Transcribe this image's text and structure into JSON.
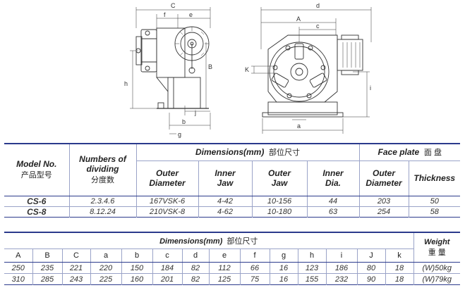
{
  "drawing": {
    "left_view_labels": [
      "C",
      "f",
      "e",
      "B",
      "h",
      "b",
      "j",
      "g"
    ],
    "right_view_labels": [
      "d",
      "A",
      "c",
      "K",
      "i",
      "a"
    ]
  },
  "spec_table": {
    "model_header": "Model No.",
    "model_header_cn": "产品型号",
    "divisions_header_line1": "Numbers of",
    "divisions_header_line2": "dividing",
    "divisions_header_cn": "分度数",
    "dimensions_header": "Dimensions(mm)",
    "dimensions_header_cn": "部位尺寸",
    "faceplate_header": "Face plate",
    "faceplate_header_cn": "面 盘",
    "sub_headers": {
      "outer_diameter_1": "Outer",
      "outer_diameter_2": "Diameter",
      "inner_jaw_1": "Inner",
      "inner_jaw_2": "Jaw",
      "outer_jaw_1": "Outer",
      "outer_jaw_2": "Jaw",
      "inner_dia_1": "Inner",
      "inner_dia_2": "Dia.",
      "fp_outer_1": "Outer",
      "fp_outer_2": "Diameter",
      "thickness": "Thickness"
    },
    "rows": [
      {
        "model": "CS-6",
        "divisions": "2.3.4.6",
        "outer_diameter": "167VSK-6",
        "inner_jaw": "4-42",
        "outer_jaw": "10-156",
        "inner_dia": "44",
        "fp_outer": "203",
        "thickness": "50"
      },
      {
        "model": "CS-8",
        "divisions": "8.12.24",
        "outer_diameter": "210VSK-8",
        "inner_jaw": "4-62",
        "outer_jaw": "10-180",
        "inner_dia": "63",
        "fp_outer": "254",
        "thickness": "58"
      }
    ]
  },
  "dim_table": {
    "header": "Dimensions(mm)",
    "header_cn": "部位尺寸",
    "weight_header": "Weight",
    "weight_header_cn": "重 量",
    "columns": [
      "A",
      "B",
      "C",
      "a",
      "b",
      "c",
      "d",
      "e",
      "f",
      "g",
      "h",
      "i",
      "J",
      "k"
    ],
    "rows": [
      [
        "250",
        "235",
        "221",
        "220",
        "150",
        "184",
        "82",
        "112",
        "66",
        "16",
        "123",
        "186",
        "80",
        "18",
        "(W)50kg"
      ],
      [
        "310",
        "285",
        "243",
        "225",
        "160",
        "201",
        "82",
        "125",
        "75",
        "16",
        "155",
        "232",
        "90",
        "18",
        "(W)79kg"
      ]
    ]
  }
}
